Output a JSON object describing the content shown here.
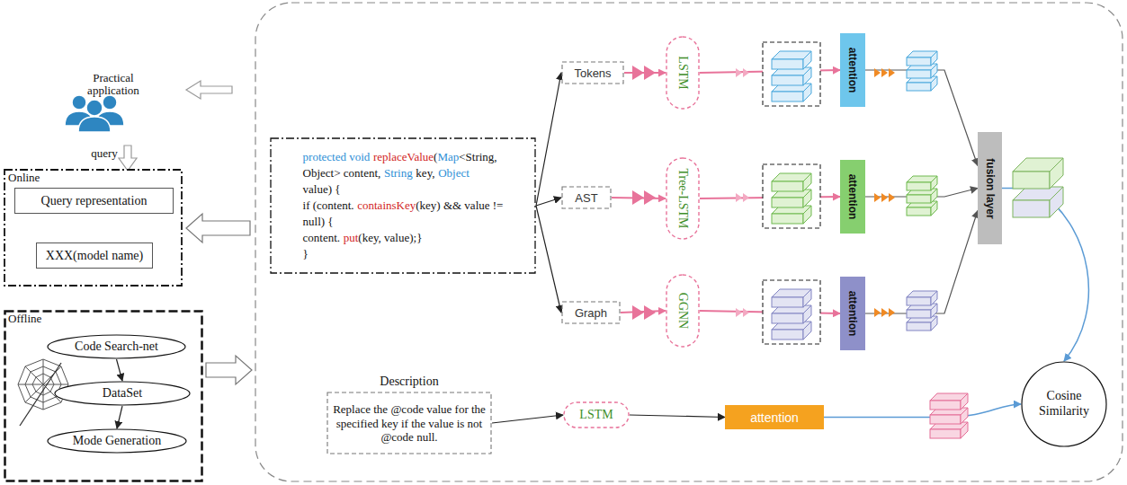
{
  "diagram": {
    "nodes": [
      {
        "text": [
          "Online"
        ]
      },
      {
        "text": [
          "Query representation"
        ],
        "in": 0
      },
      {
        "text": [
          "XXX(model name)"
        ],
        "in": 0
      },
      {
        "text": [
          "Offline"
        ]
      },
      {
        "text": [
          "Code Search-net"
        ],
        "in": 3
      },
      {
        "text": [
          "DataSet"
        ],
        "in": 3
      },
      {
        "text": [
          "Mode Generation"
        ],
        "in": 3
      },
      {
        "text": [
          "protected void",
          "replaceValue",
          "(",
          "Map",
          "<String,",
          "Object> content,",
          "String",
          "key,",
          "Object",
          "value) {",
          "if (content.",
          "containsKey",
          "(key) && value !=",
          "null) {",
          "content.",
          "put",
          "(key, value);}",
          "}"
        ]
      },
      {
        "text": [
          "Tokens"
        ]
      },
      {
        "text": [
          "AST"
        ]
      },
      {
        "text": [
          "Graph"
        ]
      },
      {
        "text": [
          "LSTM"
        ]
      },
      {
        "text": [
          "Tree-LSTM"
        ]
      },
      {
        "text": [
          "GGNN"
        ]
      },
      {
        "text": [
          "attention"
        ]
      },
      {
        "text": [
          "attention"
        ]
      },
      {
        "text": [
          "attention"
        ]
      },
      {
        "text": [
          "fusion layer"
        ]
      },
      {
        "text": [
          "Cosine Similarity"
        ]
      },
      {
        "text": [
          "Description",
          "Replace the @code value for the specified key if the value is not @code null."
        ]
      },
      {
        "text": [
          "LSTM"
        ]
      },
      {
        "text": [
          "attention"
        ]
      }
    ],
    "edges": [
      {
        "from": 1,
        "to": 2,
        "arrow": "to"
      },
      {
        "from": 4,
        "to": 5,
        "arrow": "to"
      },
      {
        "from": 5,
        "to": 6,
        "arrow": "to"
      },
      {
        "from": 7,
        "to": 8,
        "arrow": "to"
      },
      {
        "from": 7,
        "to": 9,
        "arrow": "to"
      },
      {
        "from": 7,
        "to": 10,
        "arrow": "to"
      },
      {
        "from": 8,
        "to": 11,
        "arrow": "to"
      },
      {
        "from": 9,
        "to": 12,
        "arrow": "to"
      },
      {
        "from": 10,
        "to": 13,
        "arrow": "to"
      },
      {
        "from": 11,
        "to": 14,
        "arrow": "to"
      },
      {
        "from": 12,
        "to": 15,
        "arrow": "to"
      },
      {
        "from": 13,
        "to": 16,
        "arrow": "to"
      },
      {
        "from": 14,
        "to": 17,
        "arrow": "to"
      },
      {
        "from": 15,
        "to": 17,
        "arrow": "to"
      },
      {
        "from": 16,
        "to": 17,
        "arrow": "to"
      },
      {
        "from": 17,
        "to": 18,
        "arrow": "to"
      },
      {
        "from": 19,
        "to": 20,
        "arrow": "to"
      },
      {
        "from": 20,
        "to": 21,
        "arrow": "to"
      },
      {
        "from": 21,
        "to": 18,
        "arrow": "to"
      }
    ],
    "labels": [
      "Practical application",
      "query"
    ]
  }
}
